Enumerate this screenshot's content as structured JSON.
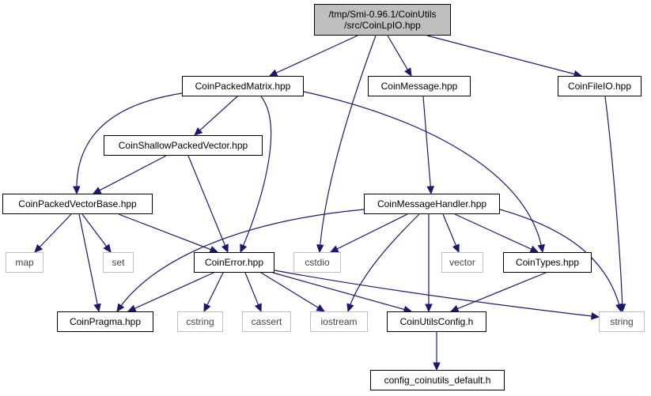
{
  "colors": {
    "edge": "#191970",
    "root_fill": "#bfbfbf",
    "node_border": "#000000",
    "missing_border": "#bfbfbf"
  },
  "nodes": {
    "root": {
      "line1": "/tmp/Smi-0.96.1/CoinUtils",
      "line2": "/src/CoinLpIO.hpp"
    },
    "packed_matrix": "CoinPackedMatrix.hpp",
    "message": "CoinMessage.hpp",
    "file_io": "CoinFileIO.hpp",
    "shallow_vector": "CoinShallowPackedVector.hpp",
    "vector_base": "CoinPackedVectorBase.hpp",
    "message_handler": "CoinMessageHandler.hpp",
    "map": "map",
    "set": "set",
    "error": "CoinError.hpp",
    "cstdio": "cstdio",
    "vector": "vector",
    "types": "CoinTypes.hpp",
    "pragma": "CoinPragma.hpp",
    "cstring": "cstring",
    "cassert": "cassert",
    "iostream": "iostream",
    "config": "CoinUtilsConfig.h",
    "string": "string",
    "config_default": "config_coinutils_default.h"
  }
}
